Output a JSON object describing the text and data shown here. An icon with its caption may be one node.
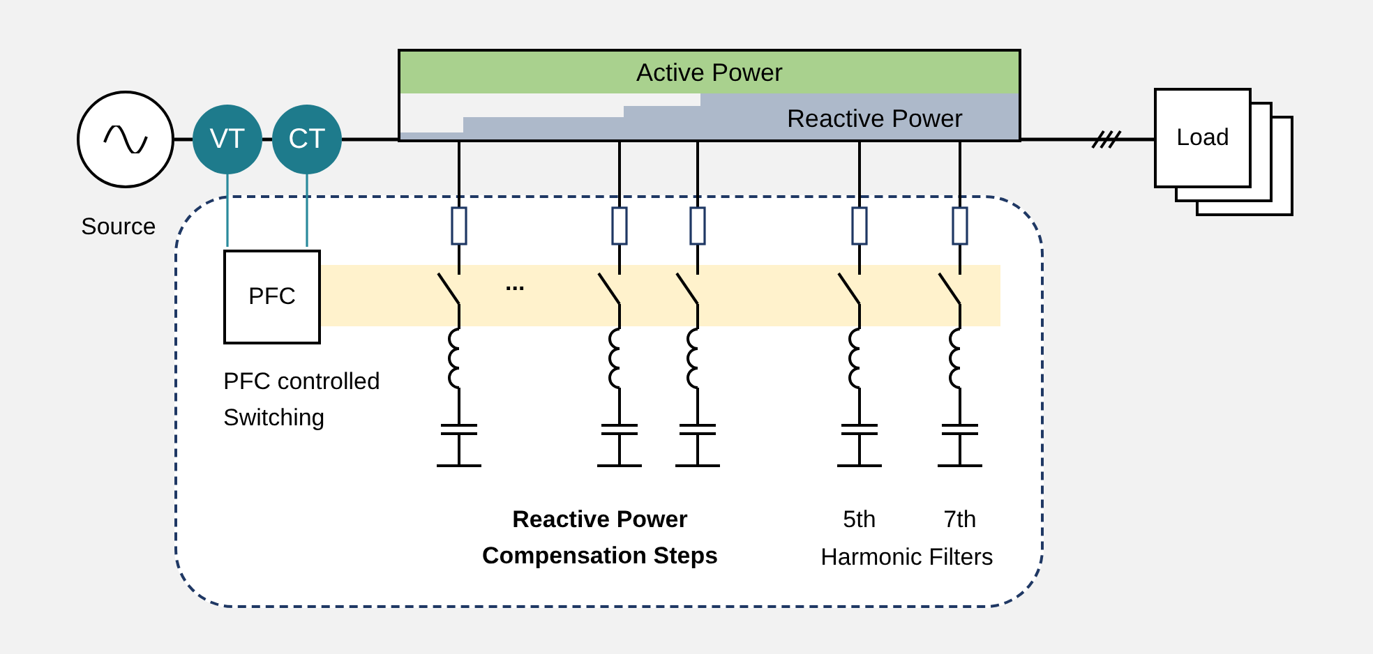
{
  "diagram": {
    "nodes": [
      {
        "text": [],
        "shape": "circle",
        "beside": [
          "Source"
        ]
      },
      {
        "text": [
          "VT"
        ]
      },
      {
        "text": [
          "CT"
        ]
      },
      {
        "text": [
          "Active Power",
          "Reactive Power"
        ]
      },
      {
        "text": [
          "Load"
        ]
      },
      {
        "text": [],
        "shape": "box"
      },
      {
        "text": [
          "PFC"
        ],
        "in": 5,
        "beside": [
          "PFC controlled Switching"
        ]
      }
    ],
    "edges": [
      {
        "from": 0,
        "to": 1,
        "arrow": "none"
      },
      {
        "from": 1,
        "to": 2,
        "arrow": "none"
      },
      {
        "from": 2,
        "to": 3,
        "arrow": "none"
      },
      {
        "from": 3,
        "to": 4,
        "arrow": "none"
      },
      {
        "from": 1,
        "to": 6,
        "arrow": "none",
        "color": "#2a8a9c"
      },
      {
        "from": 2,
        "to": 6,
        "arrow": "none",
        "color": "#2a8a9c"
      }
    ],
    "labels": [
      "...",
      "Reactive Power Compensation Steps",
      "5th",
      "7th",
      "Harmonic Filters"
    ]
  }
}
